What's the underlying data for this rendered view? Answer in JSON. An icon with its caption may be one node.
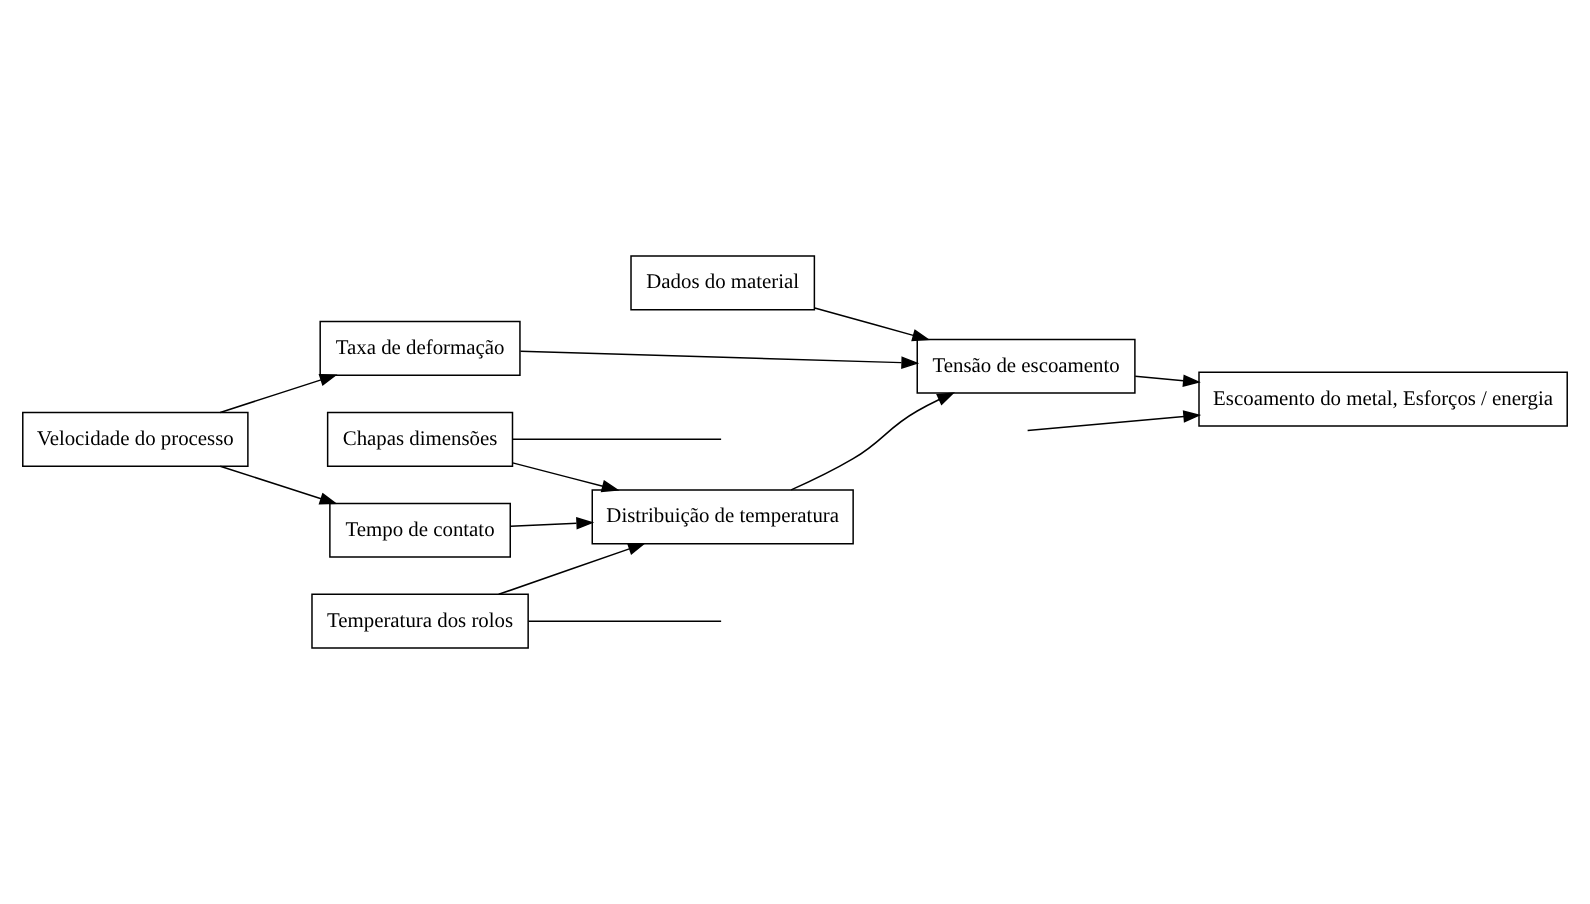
{
  "diagram": {
    "nodes": [
      {
        "text": [
          "Dados do material"
        ]
      },
      {
        "text": [
          "Tensão de escoamento"
        ]
      },
      {
        "text": [
          "Velocidade do processo"
        ]
      },
      {
        "text": [
          "Taxa de deformação"
        ]
      },
      {
        "text": [
          "Escoamento do metal, Esforços / energia"
        ]
      },
      {
        "text": [
          "Tempo de contato"
        ]
      },
      {
        "text": [
          "Chapas dimensões"
        ]
      },
      {
        "text": [
          "Distribuição de temperatura"
        ]
      },
      {
        "text": [
          "Temperatura dos rolos"
        ]
      }
    ],
    "edges": [
      {
        "from": 0,
        "to": 1,
        "arrow": "to"
      },
      {
        "from": 2,
        "to": 3,
        "arrow": "to"
      },
      {
        "from": 3,
        "to": 1,
        "arrow": "to"
      },
      {
        "from": 2,
        "to": 5,
        "arrow": "to"
      },
      {
        "from": 5,
        "to": 7,
        "arrow": "to"
      },
      {
        "from": 6,
        "to": 7,
        "arrow": "to"
      },
      {
        "from": 8,
        "to": 7,
        "arrow": "to"
      },
      {
        "from": 7,
        "to": 1,
        "arrow": "to"
      },
      {
        "from": 1,
        "to": 4,
        "arrow": "to"
      },
      {
        "from": 6,
        "to": null,
        "arrow": "none"
      },
      {
        "from": 8,
        "to": null,
        "arrow": "none"
      },
      {
        "from": null,
        "to": 4,
        "arrow": "to"
      }
    ]
  }
}
